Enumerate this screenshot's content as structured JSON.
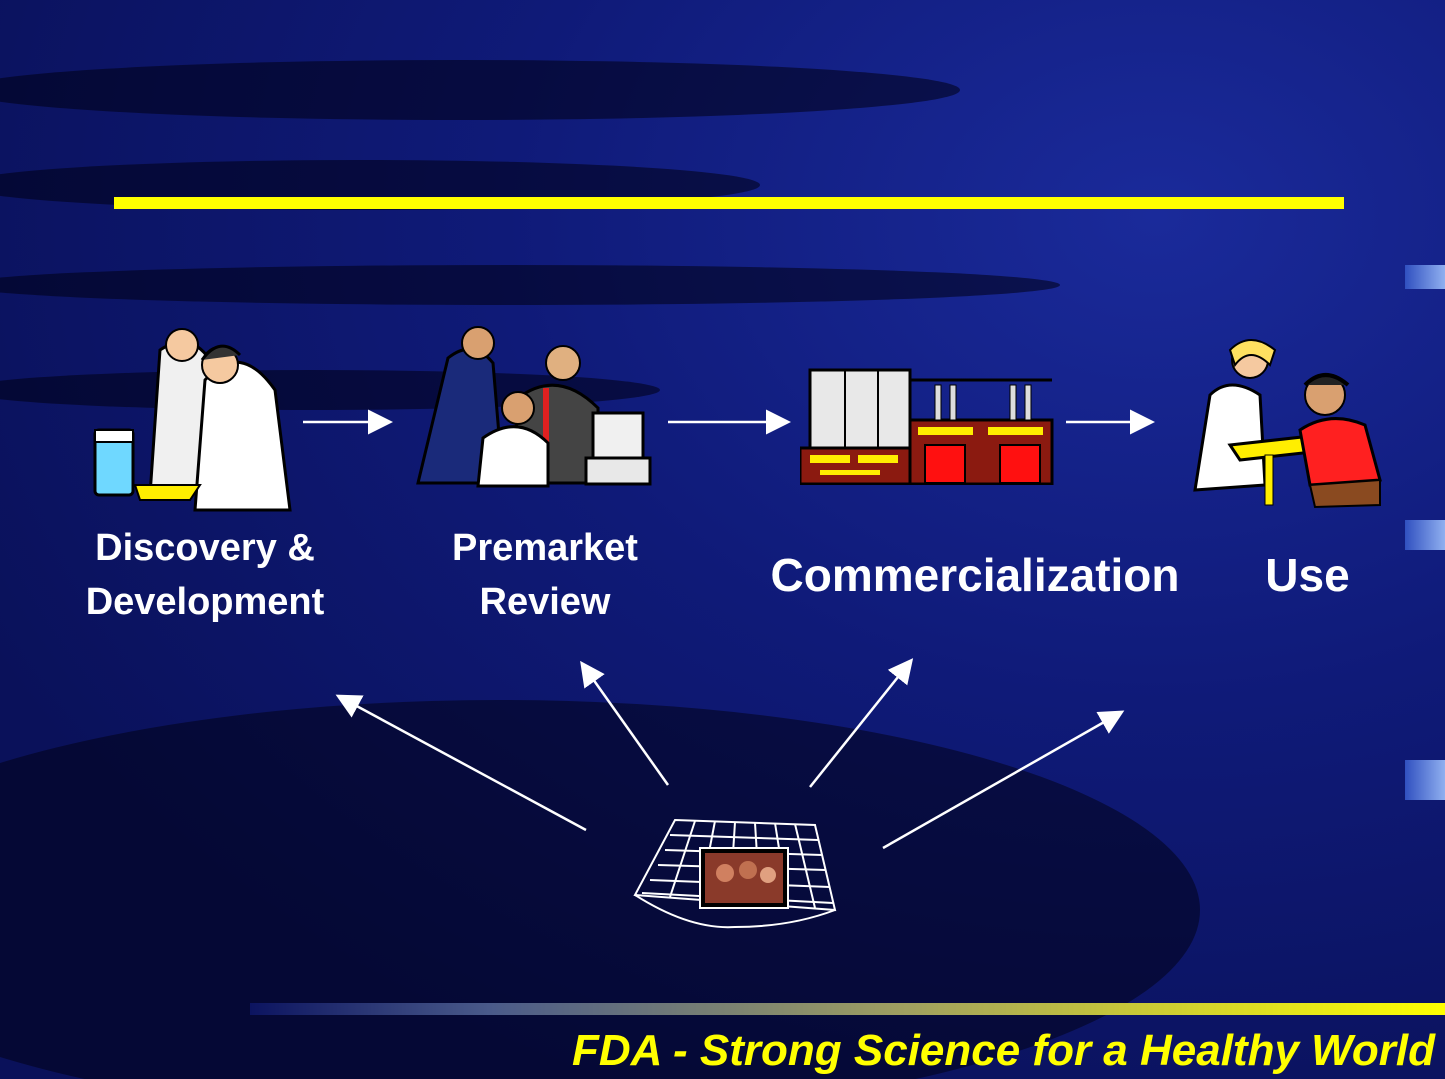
{
  "stages": [
    {
      "label_line1": "Discovery &",
      "label_line2": "Development"
    },
    {
      "label_line1": "Premarket",
      "label_line2": "Review"
    },
    {
      "label": "Commercialization"
    },
    {
      "label": "Use"
    }
  ],
  "footer": "FDA - Strong Science for a Healthy World",
  "colors": {
    "background": "#0c1460",
    "accent": "#ffff00",
    "text": "#ffffff"
  }
}
